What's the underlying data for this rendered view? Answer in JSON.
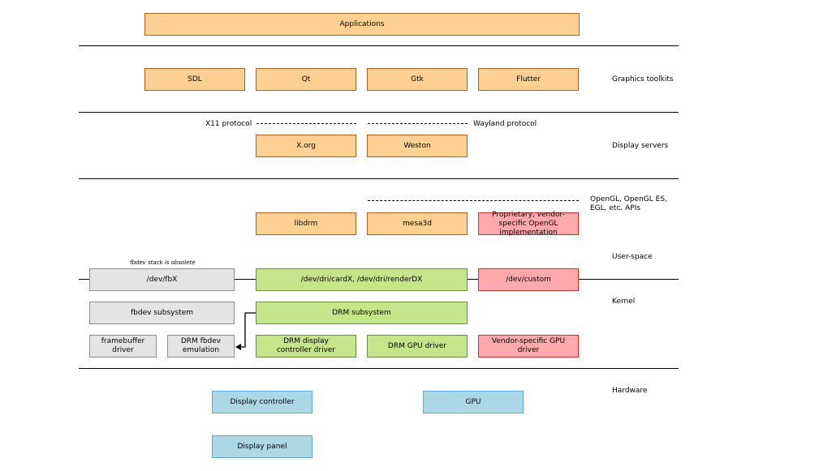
{
  "boxes": {
    "applications": "Applications",
    "sdl": "SDL",
    "qt": "Qt",
    "gtk": "Gtk",
    "flutter": "Flutter",
    "xorg": "X.org",
    "weston": "Weston",
    "libdrm": "libdrm",
    "mesa3d": "mesa3d",
    "proprietary": "Proprietary, vendor-specific OpenGL implementation",
    "dev_fbx": "/dev/fbX",
    "dev_dri": "/dev/dri/cardX, /dev/dri/renderDX",
    "dev_custom": "/dev/custom",
    "fbdev_subsystem": "fbdev subsystem",
    "drm_subsystem": "DRM subsystem",
    "framebuffer_driver": "framebuffer driver",
    "drm_fbdev_emulation": "DRM fbdev emulation",
    "drm_display_controller_driver": "DRM display controller driver",
    "drm_gpu_driver": "DRM GPU driver",
    "vendor_gpu_driver": "Vendor-specific GPU driver",
    "display_controller": "Display controller",
    "gpu": "GPU",
    "display_panel": "Display panel"
  },
  "layers": {
    "graphics_toolkits": "Graphics toolkits",
    "display_servers": "Display servers",
    "opengl_apis": "OpenGL, OpenGL ES, EGL, etc. APIs",
    "user_space": "User-space",
    "kernel": "Kernel",
    "hardware": "Hardware"
  },
  "protocols": {
    "x11": "X11 protocol",
    "wayland": "Wayland protocol"
  },
  "notes": {
    "fbdev_obsolete": "fbdev stack is obsolete"
  },
  "colors": {
    "orange_fill": "#ffd093",
    "orange_border": "#b3611b",
    "red_fill": "#ffa9ad",
    "red_border": "#d92e2e",
    "green_fill": "#c5e58b",
    "green_border": "#6c8e3c",
    "gray_fill": "#e4e4e4",
    "gray_border": "#8c8c8c",
    "blue_fill": "#acd8e6",
    "blue_border": "#5da7e3"
  }
}
